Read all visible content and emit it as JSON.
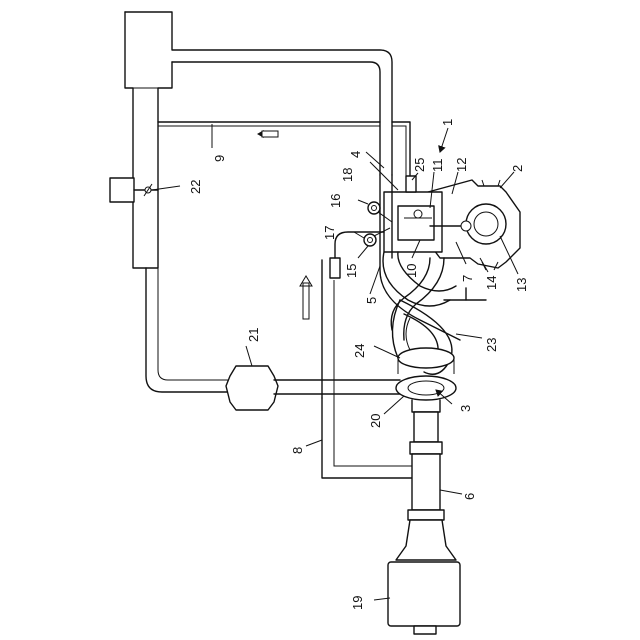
{
  "diagram": {
    "labels": {
      "n1": "1",
      "n2": "2",
      "n3": "3",
      "n4": "4",
      "n5": "5",
      "n6": "6",
      "n7": "7",
      "n8": "8",
      "n9": "9",
      "n10": "10",
      "n11": "11",
      "n12": "12",
      "n13": "13",
      "n14": "14",
      "n15": "15",
      "n16": "16",
      "n17": "17",
      "n18": "18",
      "n19": "19",
      "n20": "20",
      "n21": "21",
      "n22": "22",
      "n23": "23",
      "n24": "24",
      "n25": "25"
    }
  }
}
